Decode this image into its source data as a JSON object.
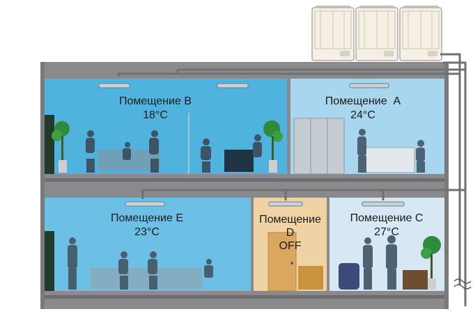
{
  "colors": {
    "structure": "#8a8a8c",
    "structure_dark": "#6e6e70",
    "cool_room": "#4fb3dd",
    "mild_room": "#a8d6ef",
    "off_room": "#efd3a4",
    "warm_room": "#d7e7f4",
    "silhouette": "#4d6272",
    "outdoor_unit": "#f5efe4"
  },
  "rooms": [
    {
      "key": "B",
      "name": "Помещение В",
      "temp": "18°C",
      "color": "#4fb3dd"
    },
    {
      "key": "A",
      "name": "Помещение  А",
      "temp": "24°C",
      "color": "#a8d6ef"
    },
    {
      "key": "E",
      "name": "Помещение Е",
      "temp": "23°C",
      "color": "#6cc0e6"
    },
    {
      "key": "D",
      "name": "Помещение",
      "sub": "D",
      "temp": "OFF",
      "color": "#efd3a4"
    },
    {
      "key": "C",
      "name": "Помещение С",
      "temp": "27°C",
      "color": "#d7e7f4"
    }
  ],
  "icons": [
    "outdoor-unit-icon",
    "indoor-unit-icon",
    "person-icon",
    "plant-icon",
    "door-icon",
    "pipe-break-icon"
  ]
}
